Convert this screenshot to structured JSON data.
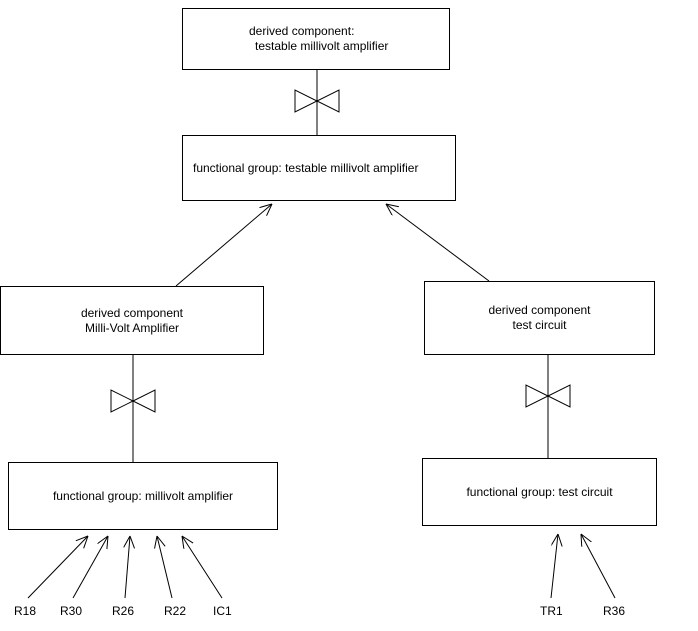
{
  "diagram": {
    "boxes": {
      "top_derived": {
        "line1": "derived component:",
        "line2": "testable millivolt amplifier"
      },
      "top_functional": {
        "label": "functional group: testable millivolt amplifier"
      },
      "left_derived": {
        "line1": "derived component",
        "line2": "Milli-Volt Amplifier"
      },
      "right_derived": {
        "line1": "derived component",
        "line2": "test circuit"
      },
      "left_functional": {
        "label": "functional group: millivolt amplifier"
      },
      "right_functional": {
        "label": "functional group: test circuit"
      }
    },
    "leaves_left": [
      "R18",
      "R30",
      "R26",
      "R22",
      "IC1"
    ],
    "leaves_right": [
      "TR1",
      "R36"
    ],
    "colors": {
      "line": "#000000",
      "background": "#ffffff",
      "box_fill": "#ffffff"
    }
  }
}
